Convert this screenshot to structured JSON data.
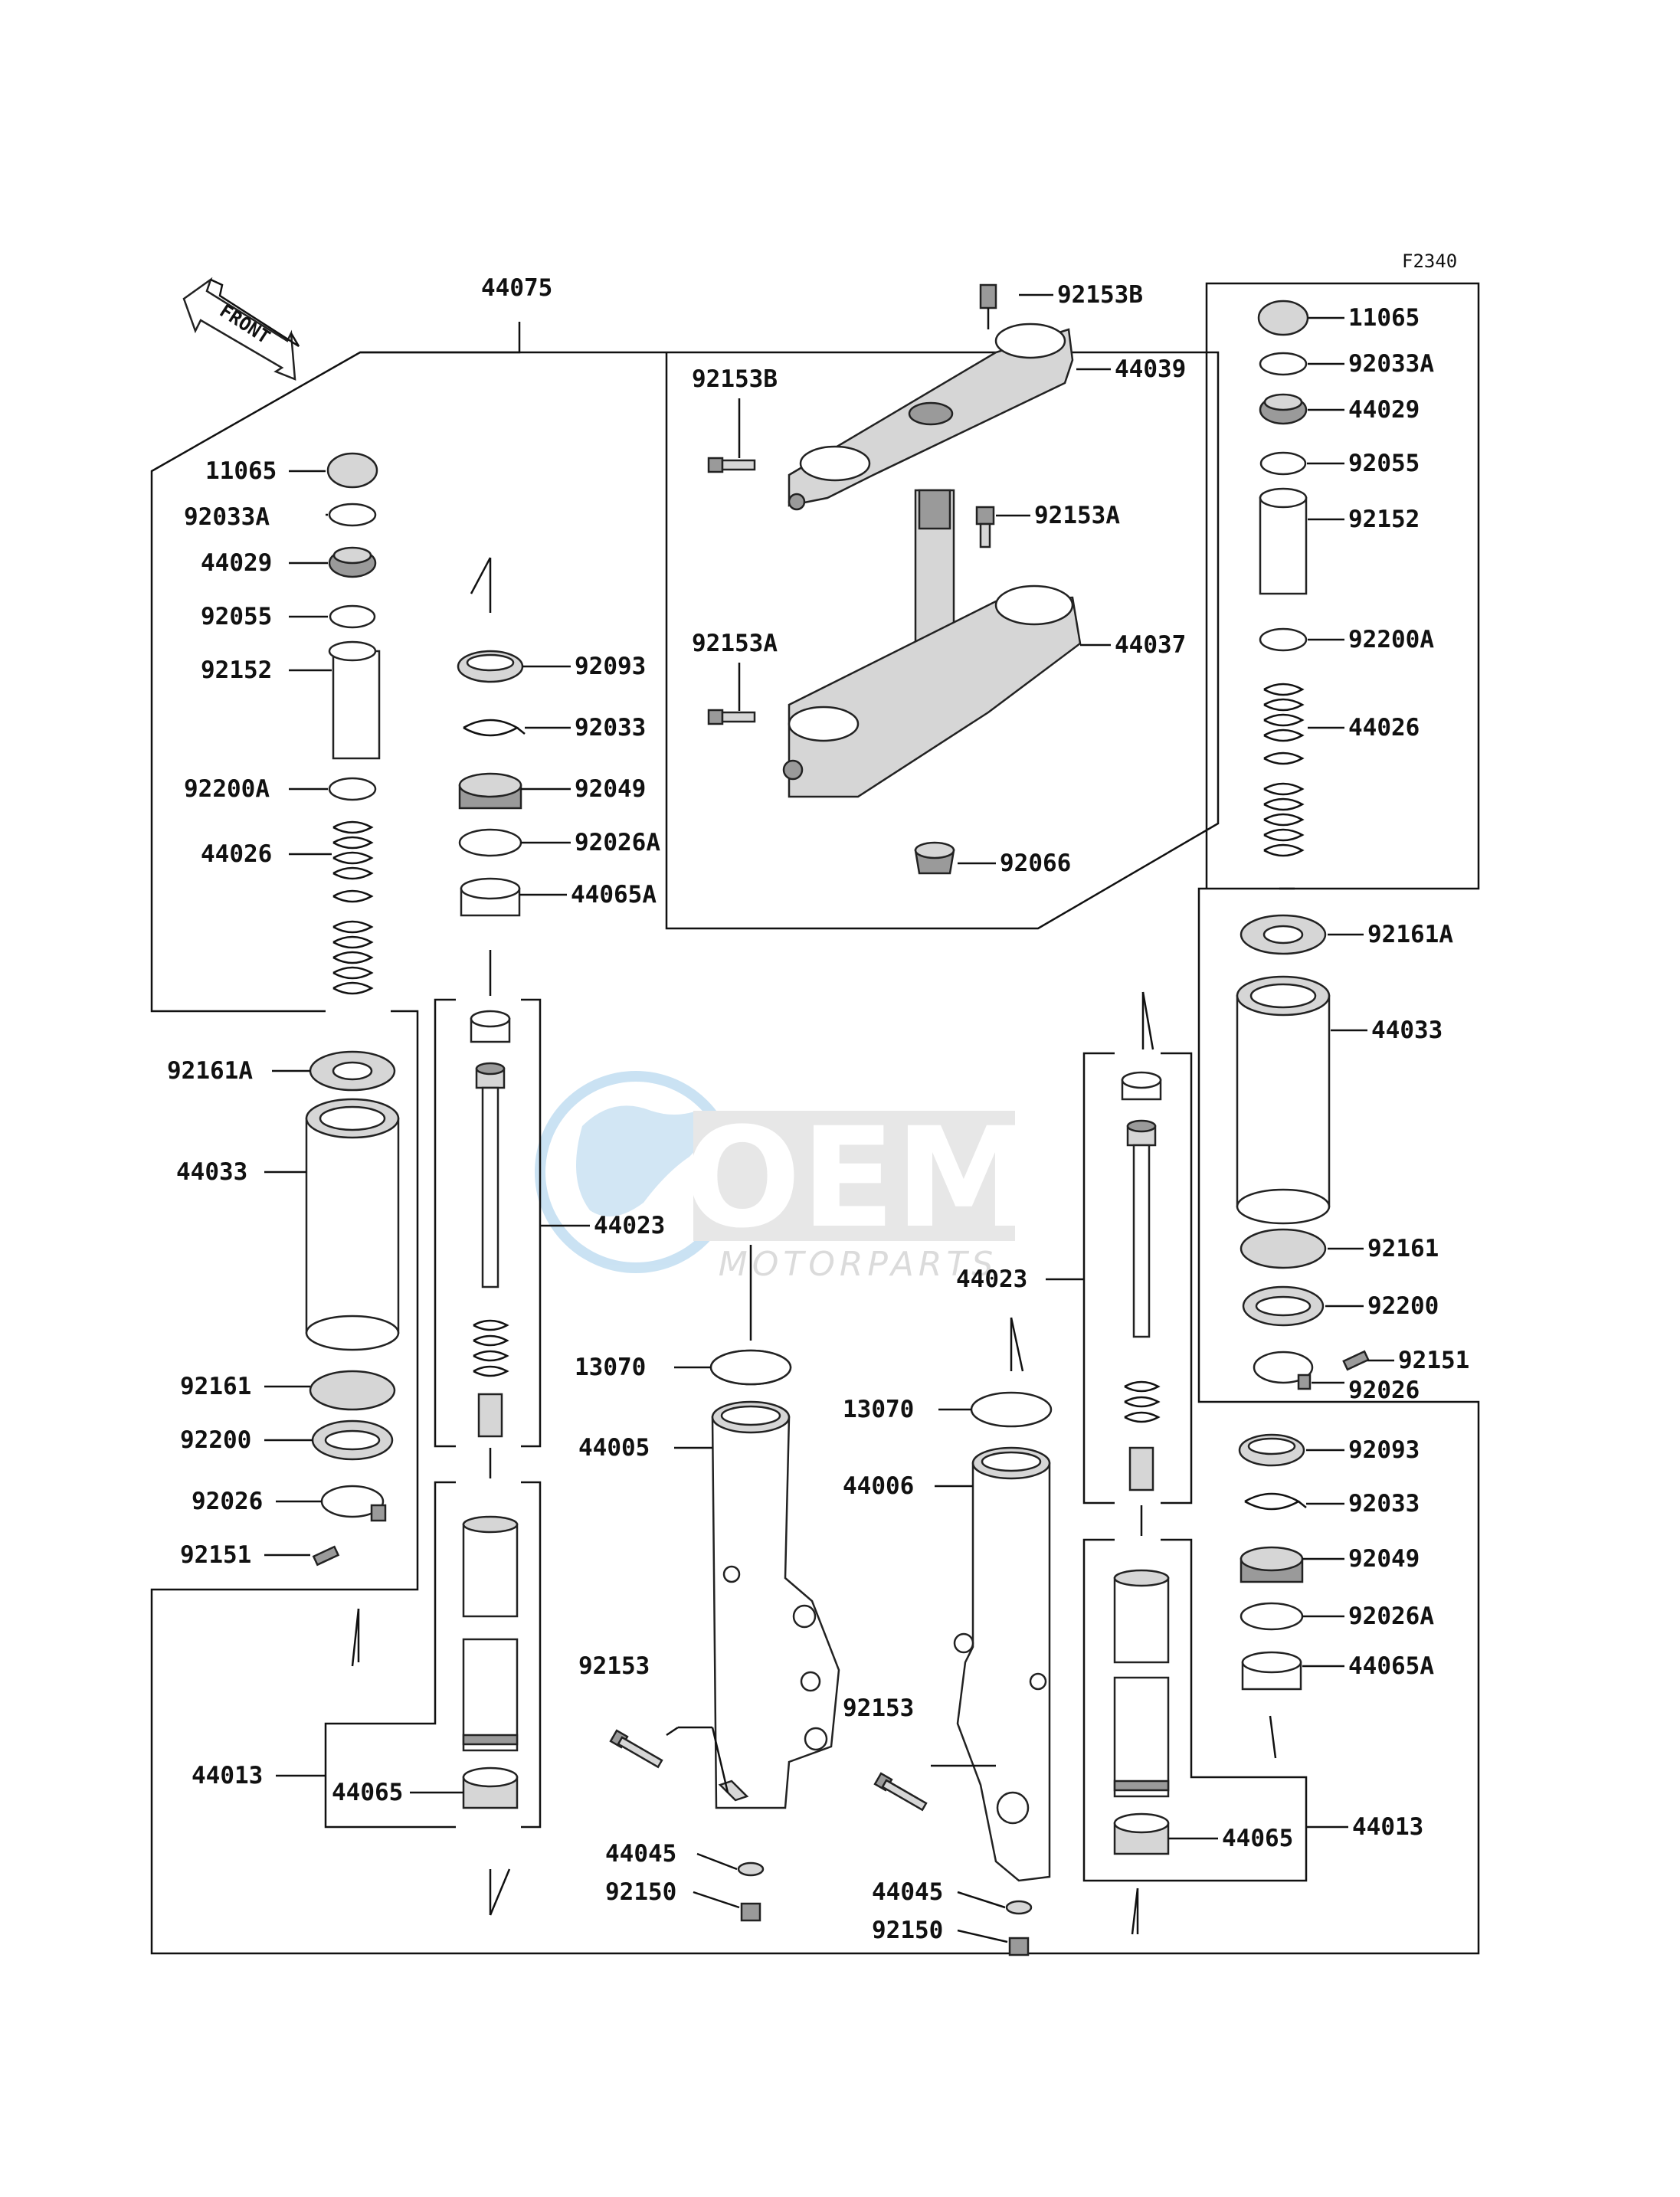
{
  "diagram_code": "F2340",
  "front_arrow_label": "FRONT",
  "watermark": {
    "brand": "OEM",
    "sub": "MOTORPARTS"
  },
  "parts": {
    "p44075": "44075",
    "p92153B_top": "92153B",
    "p44039": "44039",
    "p92153B_left": "92153B",
    "p92153A_right": "92153A",
    "p92153A_left": "92153A",
    "p44037": "44037",
    "p92066": "92066",
    "l11065": "11065",
    "l92033A": "92033A",
    "l44029": "44029",
    "l92055": "92055",
    "l92152": "92152",
    "l92200A": "92200A",
    "l44026": "44026",
    "l92161A": "92161A",
    "l44033": "44033",
    "l92161": "92161",
    "l92200": "92200",
    "l92026": "92026",
    "l92151": "92151",
    "l44013": "44013",
    "l44065": "44065",
    "m92093": "92093",
    "m92033": "92033",
    "m92049": "92049",
    "m92026A": "92026A",
    "m44065A": "44065A",
    "m44023": "44023",
    "m13070": "13070",
    "m44005": "44005",
    "m92153": "92153",
    "m44045": "44045",
    "m92150": "92150",
    "c44023": "44023",
    "c13070": "13070",
    "c44006": "44006",
    "c92153": "92153",
    "c44045": "44045",
    "c92150": "92150",
    "r11065": "11065",
    "r92033A": "92033A",
    "r44029": "44029",
    "r92055": "92055",
    "r92152": "92152",
    "r92200A": "92200A",
    "r44026": "44026",
    "r92161A": "92161A",
    "r44033": "44033",
    "r92161": "92161",
    "r92200": "92200",
    "r92151": "92151",
    "r92026": "92026",
    "r92093": "92093",
    "r92033": "92033",
    "r92049": "92049",
    "r92026A": "92026A",
    "r44065A": "44065A",
    "r44065": "44065",
    "r44013": "44013"
  }
}
